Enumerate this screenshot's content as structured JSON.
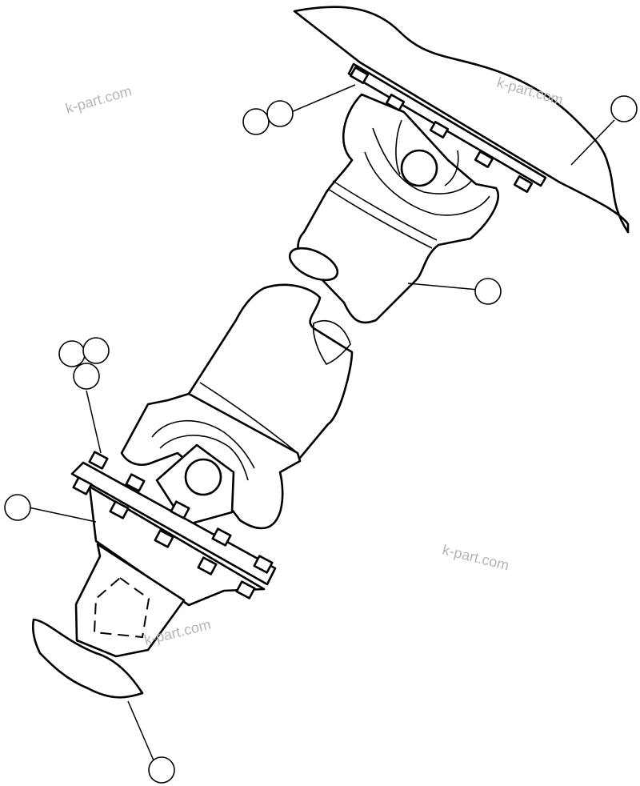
{
  "watermarks": [
    "k-part.com",
    "k-part.com",
    "k-part.com",
    "k-part.com"
  ],
  "callouts": [
    {
      "id": "bolt-group-top",
      "label": ""
    },
    {
      "id": "upper-mount-plate",
      "label": ""
    },
    {
      "id": "upper-yoke",
      "label": ""
    },
    {
      "id": "bolt-group-bottom",
      "label": ""
    },
    {
      "id": "lower-flange",
      "label": ""
    },
    {
      "id": "lower-mount-plate",
      "label": ""
    }
  ]
}
